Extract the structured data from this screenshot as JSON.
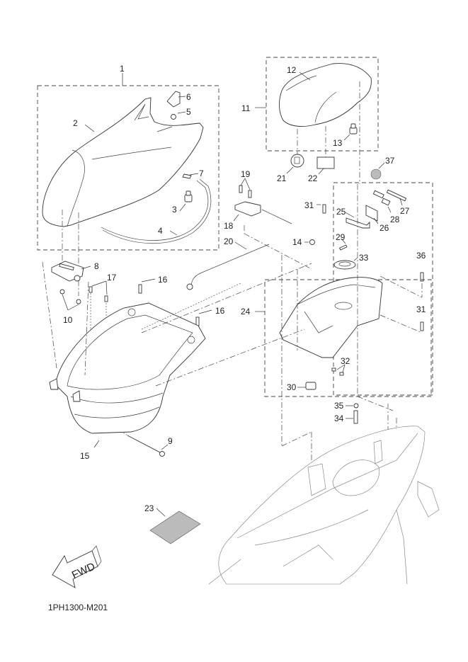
{
  "diagram": {
    "title_code": "1PH1300-M201",
    "direction_label": "FWD",
    "callouts": [
      {
        "id": "1",
        "label": "1"
      },
      {
        "id": "2",
        "label": "2"
      },
      {
        "id": "3",
        "label": "3"
      },
      {
        "id": "4",
        "label": "4"
      },
      {
        "id": "5",
        "label": "5"
      },
      {
        "id": "6",
        "label": "6"
      },
      {
        "id": "7",
        "label": "7"
      },
      {
        "id": "8",
        "label": "8"
      },
      {
        "id": "9",
        "label": "9"
      },
      {
        "id": "10",
        "label": "10"
      },
      {
        "id": "11",
        "label": "11"
      },
      {
        "id": "12",
        "label": "12"
      },
      {
        "id": "13",
        "label": "13"
      },
      {
        "id": "14",
        "label": "14"
      },
      {
        "id": "15",
        "label": "15"
      },
      {
        "id": "16a",
        "label": "16"
      },
      {
        "id": "16b",
        "label": "16"
      },
      {
        "id": "17",
        "label": "17"
      },
      {
        "id": "18",
        "label": "18"
      },
      {
        "id": "19",
        "label": "19"
      },
      {
        "id": "20",
        "label": "20"
      },
      {
        "id": "21",
        "label": "21"
      },
      {
        "id": "22",
        "label": "22"
      },
      {
        "id": "23",
        "label": "23"
      },
      {
        "id": "24",
        "label": "24"
      },
      {
        "id": "25",
        "label": "25"
      },
      {
        "id": "26",
        "label": "26"
      },
      {
        "id": "27",
        "label": "27"
      },
      {
        "id": "28",
        "label": "28"
      },
      {
        "id": "29",
        "label": "29"
      },
      {
        "id": "30",
        "label": "30"
      },
      {
        "id": "31a",
        "label": "31"
      },
      {
        "id": "31b",
        "label": "31"
      },
      {
        "id": "32",
        "label": "32"
      },
      {
        "id": "33",
        "label": "33"
      },
      {
        "id": "34",
        "label": "34"
      },
      {
        "id": "35",
        "label": "35"
      },
      {
        "id": "36",
        "label": "36"
      },
      {
        "id": "37",
        "label": "37"
      }
    ]
  }
}
